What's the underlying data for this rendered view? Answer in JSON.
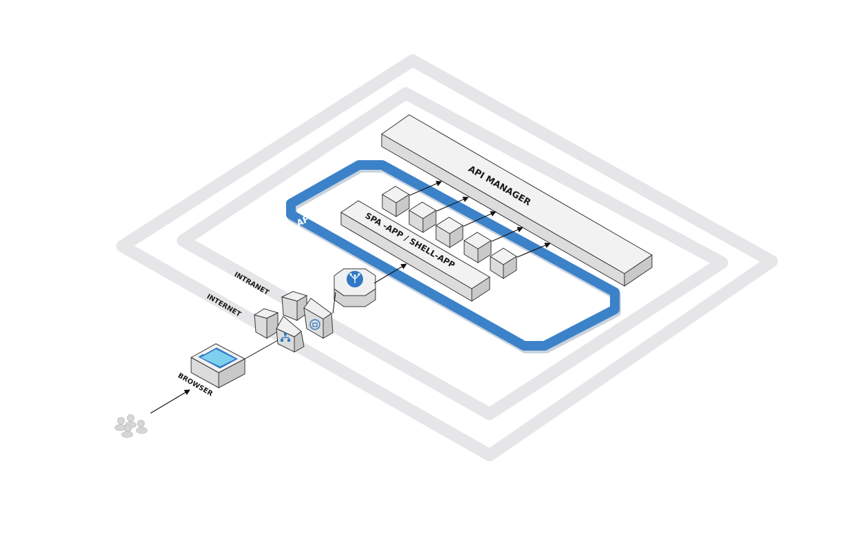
{
  "labels": {
    "api_manager": "API MANAGER",
    "spa_app": "SPA -APP / SHELL-APP",
    "app_web": "APP WEB",
    "intranet": "INTRANET",
    "internet": "INTERNET",
    "browser": "BROWSER"
  },
  "colors": {
    "zone_outline": "#e6e6e8",
    "app_web_border": "#3c82c8",
    "box_top": "#f4f4f4",
    "box_left": "#e0e0e0",
    "box_right": "#cdcdcd",
    "box_stroke": "#333333",
    "icon_blue": "#2f78c4"
  },
  "icons": [
    "users-icon",
    "browser-icon",
    "load-balancer-icon",
    "firewall-icon",
    "gateway-icon",
    "router-hub-icon"
  ]
}
